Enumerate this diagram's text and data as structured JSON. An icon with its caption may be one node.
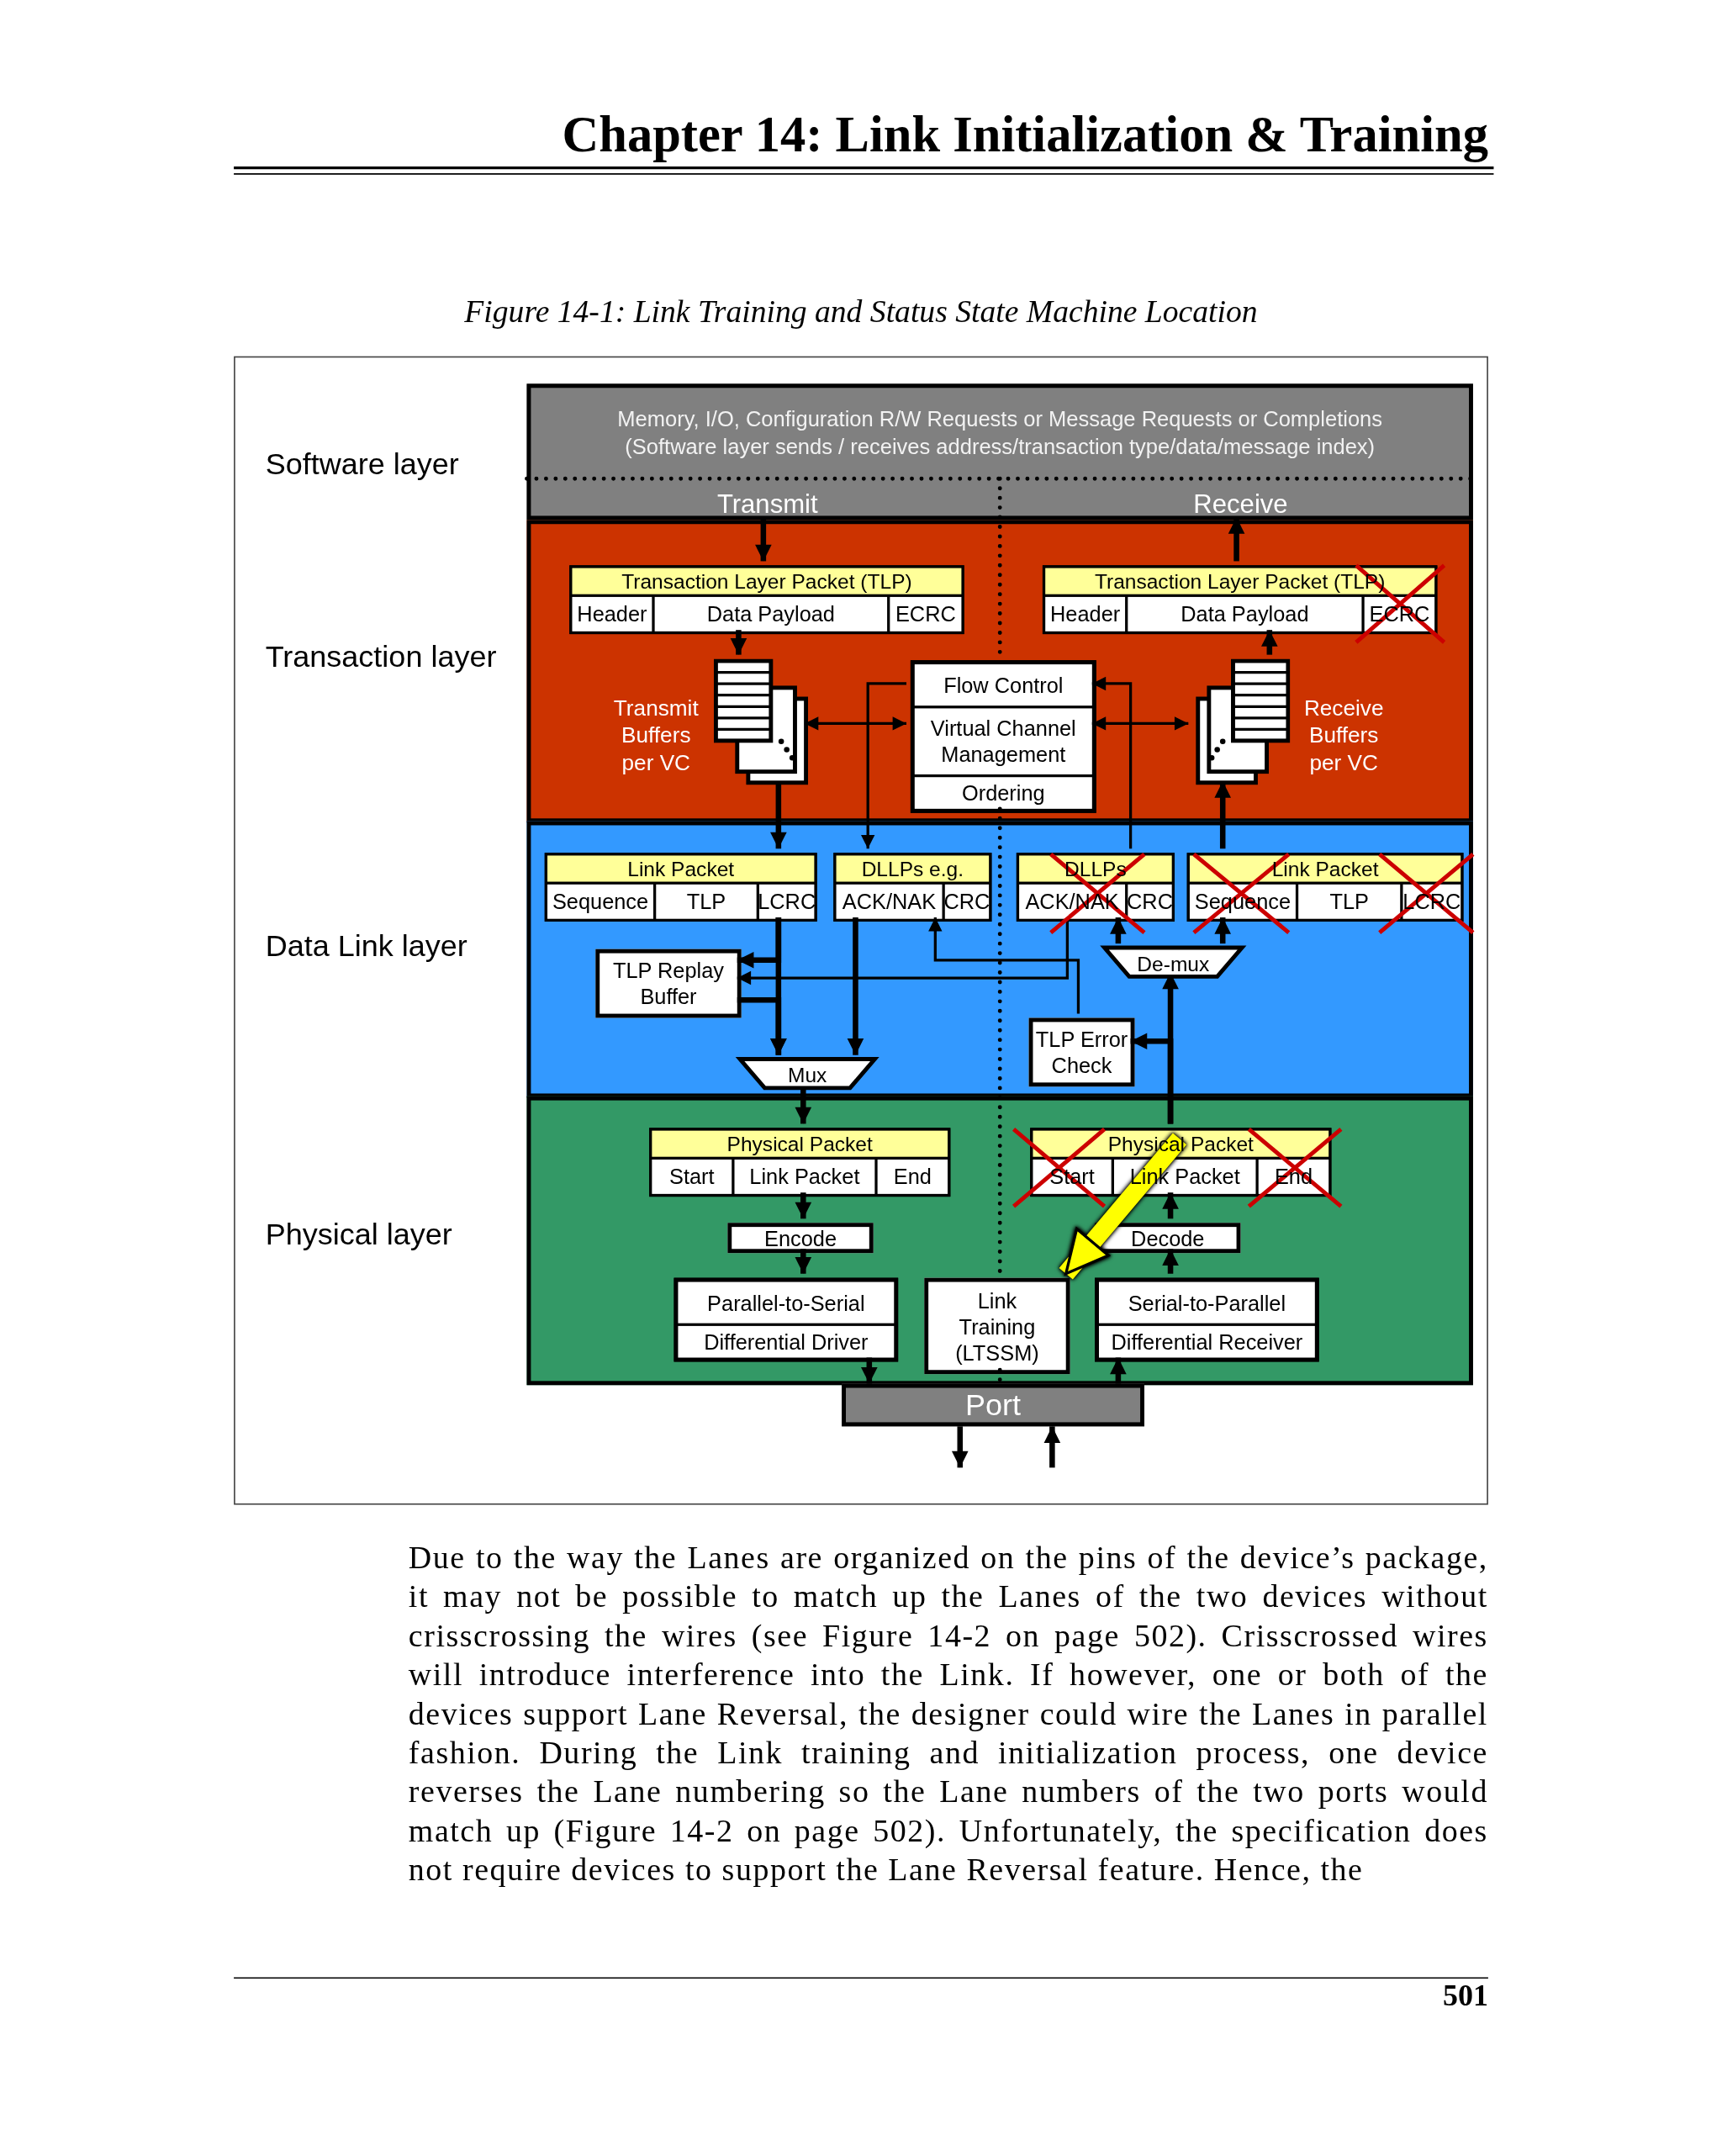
{
  "diagram": {
    "title": "Chapter 14: Link Initialization & Training",
    "caption": "Figure 14-1: Link Training and Status State Machine Location",
    "nodes": [
      {
        "text": [
          "Memory, I/O, Configuration R/W Requests or Message Requests or Completions",
          "(Software layer sends / receives address/transaction type/data/message index)"
        ]
      },
      {
        "text": [
          "Transmit"
        ],
        "in": 0
      },
      {
        "text": [
          "Receive"
        ],
        "in": 0
      },
      {
        "text": [],
        "shape": "box"
      },
      {
        "text": [
          "Transaction Layer Packet (TLP)",
          "Header",
          "Data Payload",
          "ECRC"
        ],
        "in": 3
      },
      {
        "text": [
          "Transaction Layer Packet (TLP)",
          "Header",
          "Data Payload",
          "ECRC"
        ],
        "in": 3
      },
      {
        "text": [],
        "shape": "document",
        "beside": [
          "Transmit Buffers per VC"
        ],
        "in": 3
      },
      {
        "text": [
          "Flow Control",
          "Virtual Channel Management",
          "Ordering"
        ],
        "in": 3
      },
      {
        "text": [],
        "shape": "document",
        "beside": [
          "Receive Buffers per VC"
        ],
        "in": 3
      },
      {
        "text": [],
        "shape": "box"
      },
      {
        "text": [
          "Link Packet",
          "Sequence",
          "TLP",
          "LCRC"
        ],
        "in": 9
      },
      {
        "text": [
          "DLLPs e.g.",
          "ACK/NAK",
          "CRC"
        ],
        "in": 9
      },
      {
        "text": [
          "DLLPs",
          "ACK/NAK",
          "CRC"
        ],
        "in": 9
      },
      {
        "text": [
          "Link Packet",
          "Sequence",
          "TLP",
          "LCRC"
        ],
        "in": 9
      },
      {
        "text": [
          "TLP Replay Buffer"
        ],
        "in": 9
      },
      {
        "text": [
          "Mux"
        ],
        "in": 9
      },
      {
        "text": [
          "De-mux"
        ],
        "in": 9
      },
      {
        "text": [
          "TLP Error Check"
        ],
        "in": 9
      },
      {
        "text": [],
        "shape": "box"
      },
      {
        "text": [
          "Physical Packet",
          "Start",
          "Link Packet",
          "End"
        ],
        "in": 18
      },
      {
        "text": [
          "Physical Packet",
          "Start",
          "Link Packet",
          "End"
        ],
        "in": 18
      },
      {
        "text": [
          "Encode"
        ],
        "in": 18
      },
      {
        "text": [
          "Decode"
        ],
        "in": 18
      },
      {
        "text": [
          "Parallel-to-Serial",
          "Differential Driver"
        ],
        "in": 18
      },
      {
        "text": [
          "Link Training (LTSSM)"
        ],
        "in": 18
      },
      {
        "text": [
          "Serial-to-Parallel",
          "Differential Receiver"
        ],
        "in": 18
      },
      {
        "text": [
          "Port"
        ]
      }
    ],
    "edges": [
      {
        "from": 1,
        "to": 4,
        "arrow": "to"
      },
      {
        "from": 5,
        "to": 2,
        "arrow": "to"
      },
      {
        "from": 4,
        "to": 6,
        "arrow": "to"
      },
      {
        "from": 6,
        "to": 7,
        "arrow": "both"
      },
      {
        "from": 7,
        "to": 8,
        "arrow": "both"
      },
      {
        "from": 8,
        "to": 5,
        "arrow": "to"
      },
      {
        "from": 6,
        "to": 10,
        "arrow": "to"
      },
      {
        "from": 7,
        "to": 11,
        "arrow": "to"
      },
      {
        "from": 12,
        "to": 7,
        "arrow": "to"
      },
      {
        "from": 13,
        "to": 8,
        "arrow": "to"
      },
      {
        "from": 10,
        "to": 14,
        "arrow": "to"
      },
      {
        "from": 14,
        "to": 15,
        "arrow": "to"
      },
      {
        "from": 10,
        "to": 15,
        "arrow": "to"
      },
      {
        "from": 11,
        "to": 15,
        "arrow": "to"
      },
      {
        "from": 12,
        "to": 14,
        "arrow": "to"
      },
      {
        "from": 17,
        "to": 11,
        "arrow": "to"
      },
      {
        "from": 16,
        "to": 12,
        "arrow": "to"
      },
      {
        "from": 16,
        "to": 13,
        "arrow": "to"
      },
      {
        "from": 20,
        "to": 16,
        "arrow": "to"
      },
      {
        "from": 20,
        "to": 17,
        "arrow": "to"
      },
      {
        "from": 15,
        "to": 19,
        "arrow": "to"
      },
      {
        "from": 19,
        "to": 21,
        "arrow": "to"
      },
      {
        "from": 21,
        "to": 23,
        "arrow": "to"
      },
      {
        "from": 22,
        "to": 20,
        "arrow": "to"
      },
      {
        "from": 25,
        "to": 22,
        "arrow": "to"
      },
      {
        "from": 23,
        "to": 26,
        "arrow": "to"
      },
      {
        "from": 26,
        "to": 25,
        "arrow": "to"
      },
      {
        "from": 26,
        "to": null,
        "arrow": "to"
      },
      {
        "from": null,
        "to": 26,
        "arrow": "to"
      },
      {
        "from": 20,
        "to": 24,
        "arrow": "to",
        "style": "thick",
        "color": "#ffff00"
      }
    ],
    "labels": [
      "Software layer",
      "Transaction layer",
      "Data Link layer",
      "Physical layer",
      "Due to the way the Lanes are organized on the pins of the device’s package, it may not be possible to match up the Lanes of the two devices without crisscrossing the wires (see Figure 14-2 on page 502). Crisscrossed wires will introduce interference into the Link. If however, one or both of the devices support Lane Reversal, the designer could wire the Lanes in parallel fashion. During the Link training and initialization process, one device reverses the Lane numbering so the Lane numbers of the two ports would match up (Figure 14-2 on page 502). Unfortunately, the specification does not require devices to support the Lane Reversal feature. Hence, the",
      "501"
    ]
  }
}
